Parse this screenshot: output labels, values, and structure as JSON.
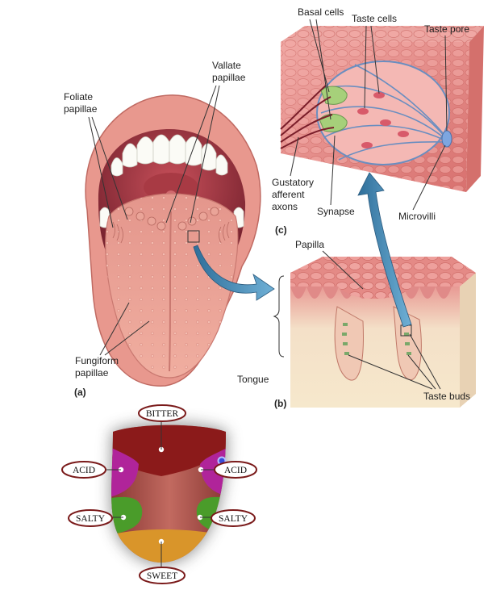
{
  "panel_a": {
    "panel_label": "(a)",
    "labels": {
      "foliate_1": "Foliate",
      "foliate_2": "papillae",
      "vallate_1": "Vallate",
      "vallate_2": "papillae",
      "fungiform_1": "Fungiform",
      "fungiform_2": "papillae"
    }
  },
  "panel_b": {
    "panel_label": "(b)",
    "labels": {
      "papilla": "Papilla",
      "tongue": "Tongue",
      "taste_buds": "Taste buds"
    }
  },
  "panel_c": {
    "panel_label": "(c)",
    "labels": {
      "basal_cells": "Basal cells",
      "taste_cells": "Taste cells",
      "taste_pore": "Taste pore",
      "gustatory_1": "Gustatory",
      "gustatory_2": "afferent",
      "gustatory_3": "axons",
      "synapse": "Synapse",
      "microvilli": "Microvilli"
    }
  },
  "taste_map": {
    "bitter": "BITTER",
    "acid_left": "ACID",
    "acid_right": "ACID",
    "salty_left": "SALTY",
    "salty_right": "SALTY",
    "sweet": "SWEET",
    "colors": {
      "bitter": "#8b1a1a",
      "acid": "#b0249a",
      "salty": "#4a9c2a",
      "sweet": "#d9952a",
      "center": "#a0403c",
      "oval_border": "#7a1a1a"
    }
  }
}
